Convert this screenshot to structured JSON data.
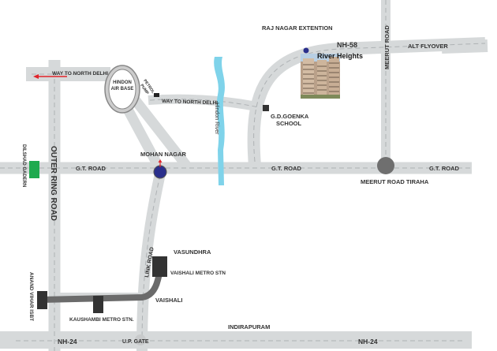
{
  "labels": {
    "raj_nagar_extention": "RAJ NAGAR EXTENTION",
    "nh58": "NH-58",
    "meerut_road": "MEERUT ROAD",
    "alt_flyover": "ALT FLYOVER",
    "river_heights": "River Heights",
    "way_to_north_delhi_1": "WAY TO NORTH DELHI",
    "way_to_north_delhi_2": "WAY TO NORTH DELHI",
    "hindon_air_base_1": "HINDON",
    "hindon_air_base_2": "AIR BASE",
    "petrol_pump_1": "PETROL",
    "petrol_pump_2": "PUMP",
    "hindon_river": "Hindon River",
    "gd_goenka_1": "G.D.GOENKA",
    "gd_goenka_2": "SCHOOL",
    "dilshad_garden": "DILSHAD GADERN",
    "mohan_nagar": "MOHAN NAGAR",
    "gt_road_1": "G.T. ROAD",
    "gt_road_2": "G.T. ROAD",
    "gt_road_3": "G.T. ROAD",
    "meerut_road_tiraha": "MEERUT ROAD TIRAHA",
    "outer_ring_road": "OUTER RING ROAD",
    "link_road": "LINK ROAD",
    "vasundhra": "VASUNDHRA",
    "vaishali_metro_stn": "VAISHALI METRO STN",
    "vaishali": "VAISHALI",
    "anand_vihar_isbt": "ANAND VIHAR ISBT",
    "kaushambi_metro_stn": "KAUSHAMBI METRO STN.",
    "indirapuram": "INDIRAPURAM",
    "nh24_1": "NH-24",
    "up_gate": "U.P. GATE",
    "nh24_2": "NH-24"
  },
  "colors": {
    "road": "#d6d9da",
    "river": "#5fc8e6",
    "metro_line": "#6b6b6b",
    "marker_blue": "#2a2f8c",
    "arrow_red": "#e0242b",
    "park_green": "#1faa4f"
  }
}
